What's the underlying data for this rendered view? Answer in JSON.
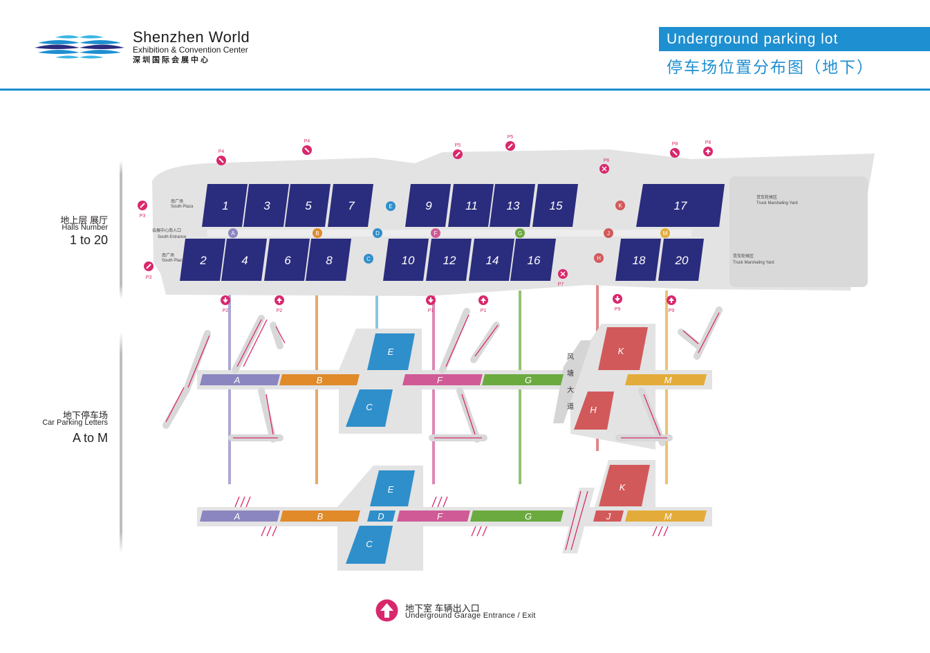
{
  "header": {
    "org_name_en_line1": "Shenzhen World",
    "org_name_en_line2": "Exhibition & Convention Center",
    "org_name_cn": "深圳国际会展中心",
    "title_en": "Underground parking lot",
    "title_cn": "停车场位置分布图（地下）",
    "accent_color": "#1e8fd0"
  },
  "sections": {
    "halls": {
      "cn": "地上层 展厅",
      "en": "Halls Number",
      "range": "1 to 20"
    },
    "parking": {
      "cn": "地下停车场",
      "en": "Car Parking Letters",
      "range": "A to M"
    }
  },
  "halls": [
    "1",
    "2",
    "3",
    "4",
    "5",
    "6",
    "7",
    "8",
    "9",
    "10",
    "11",
    "12",
    "13",
    "14",
    "15",
    "16",
    "17",
    "18",
    "20"
  ],
  "plaza_labels": {
    "south_plaza_cn": "南广场",
    "south_plaza_en": "South Plaza",
    "south_entrance_cn": "会展中心南入口",
    "south_entrance_en": "South Entrance",
    "truck_yard_cn": "货车轮候区",
    "truck_yard_en": "Truck Marshaling Yard"
  },
  "entrance_markers": [
    "P1",
    "P2",
    "P3",
    "P4",
    "P5",
    "P6",
    "P7",
    "P8",
    "P9"
  ],
  "zone_markers": [
    "A",
    "B",
    "C",
    "D",
    "E",
    "F",
    "G",
    "H",
    "J",
    "K",
    "M"
  ],
  "road_label": "风塘大道",
  "parking_level1": [
    "A",
    "B",
    "C",
    "E",
    "F",
    "G",
    "H",
    "K",
    "M"
  ],
  "parking_level2": [
    "A",
    "B",
    "C",
    "D",
    "E",
    "F",
    "G",
    "J",
    "K",
    "M"
  ],
  "zone_colors": {
    "A": "#8b86c0",
    "B": "#e08a2a",
    "CDE": "#2f8fcb",
    "F": "#cf5a96",
    "G": "#6aaa3f",
    "HJK": "#d2595a",
    "M": "#e3ac3a",
    "hall": "#2a2c7e",
    "marker": "#d8286c"
  },
  "legend": {
    "cn": "地下室 车辆出入口",
    "en": "Underground Garage Entrance / Exit"
  }
}
